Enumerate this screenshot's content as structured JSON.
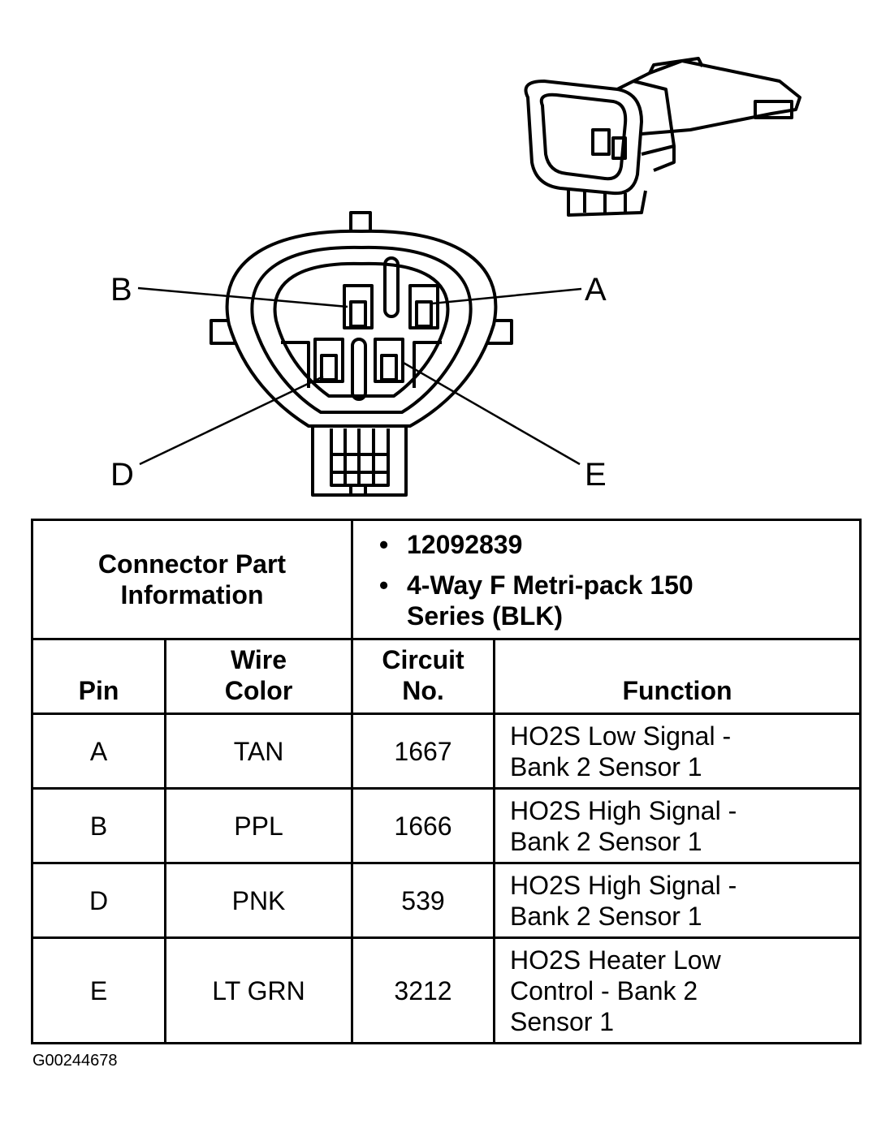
{
  "diagram": {
    "pin_labels": [
      "B",
      "A",
      "D",
      "E"
    ]
  },
  "table": {
    "connector_part_info_label": "Connector Part Information",
    "part_info": [
      "12092839",
      "4-Way F Metri-pack 150 Series (BLK)"
    ],
    "columns": {
      "pin": "Pin",
      "wire_color": "Wire Color",
      "circuit_no": "Circuit No.",
      "function": "Function"
    },
    "rows": [
      {
        "pin": "A",
        "wire_color": "TAN",
        "circuit_no": "1667",
        "function": "HO2S Low Signal - Bank 2 Sensor 1"
      },
      {
        "pin": "B",
        "wire_color": "PPL",
        "circuit_no": "1666",
        "function": "HO2S High Signal - Bank 2 Sensor 1"
      },
      {
        "pin": "D",
        "wire_color": "PNK",
        "circuit_no": "539",
        "function": "HO2S High Signal - Bank 2 Sensor 1"
      },
      {
        "pin": "E",
        "wire_color": "LT GRN",
        "circuit_no": "3212",
        "function": "HO2S Heater Low Control - Bank 2 Sensor 1"
      }
    ]
  },
  "caption": "G00244678"
}
